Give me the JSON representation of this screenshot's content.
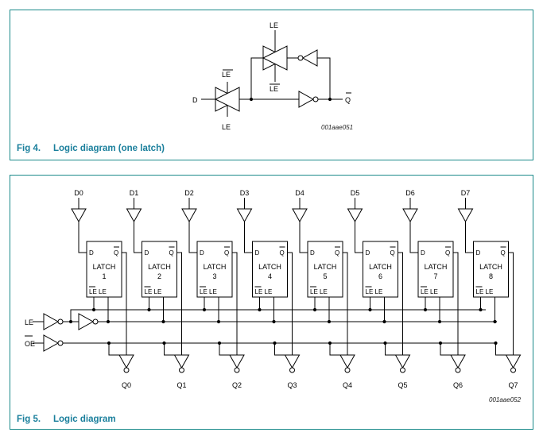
{
  "fig4": {
    "caption_num": "Fig 4.",
    "caption_text": "Logic diagram (one latch)",
    "code": "001aae051",
    "labels": {
      "d": "D",
      "le": "LE",
      "le_bar": "LE",
      "q_bar": "Q"
    }
  },
  "fig5": {
    "caption_num": "Fig 5.",
    "caption_text": "Logic diagram",
    "code": "001aae052",
    "inputs": [
      "D0",
      "D1",
      "D2",
      "D3",
      "D4",
      "D5",
      "D6",
      "D7"
    ],
    "outputs": [
      "Q0",
      "Q1",
      "Q2",
      "Q3",
      "Q4",
      "Q5",
      "Q6",
      "Q7"
    ],
    "latch_title": "LATCH",
    "latch_numbers": [
      "1",
      "2",
      "3",
      "4",
      "5",
      "6",
      "7",
      "8"
    ],
    "pin_d": "D",
    "pin_q": "Q",
    "pin_le_bar": "LE",
    "pin_le": "LE",
    "le_input": "LE",
    "oe_input": "OE"
  }
}
